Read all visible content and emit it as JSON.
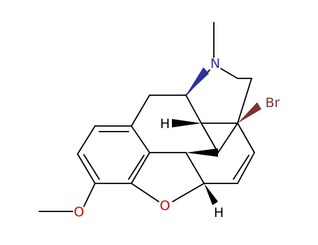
{
  "structure": {
    "atom_labels": {
      "nitrogen": "N",
      "bromine": "Br",
      "oxygen_ether": "O",
      "oxygen_methoxy": "O",
      "hydrogen_left": "H",
      "hydrogen_bottom": "H"
    },
    "colors": {
      "bond": "#000000",
      "nitrogen": "#3030a0",
      "bromine": "#7a3535",
      "oxygen": "#e00000",
      "hydrogen": "#000000"
    }
  }
}
